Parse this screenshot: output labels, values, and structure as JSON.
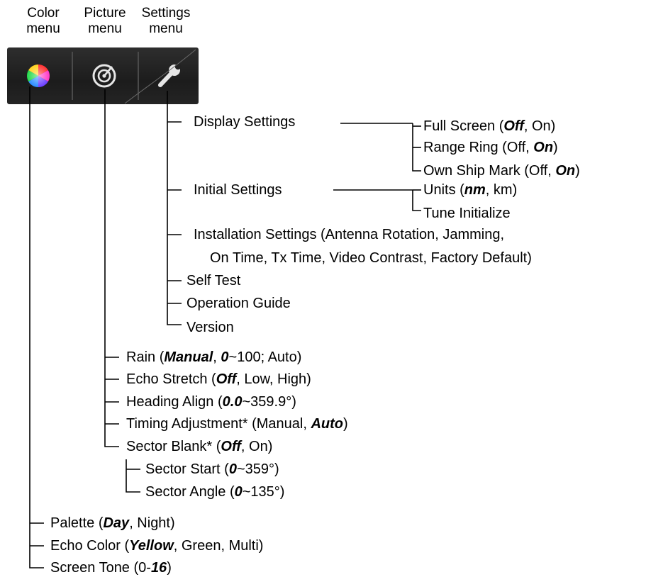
{
  "headers": {
    "color": [
      "Color",
      "menu"
    ],
    "picture": [
      "Picture",
      "menu"
    ],
    "settings": [
      "Settings",
      "menu"
    ]
  },
  "icons": {
    "color": "color-wheel-icon",
    "picture": "radar-icon",
    "settings": "wrench-icon"
  },
  "settings_menu": {
    "display_settings": "Display Settings",
    "full_screen": [
      "Full Screen (",
      "Off",
      ", On)"
    ],
    "range_ring": [
      "Range Ring (Off, ",
      "On",
      ")"
    ],
    "own_ship_mark": [
      "Own Ship Mark (Off, ",
      "On",
      ")"
    ],
    "initial_settings": "Initial Settings",
    "units": [
      "Units (",
      "nm",
      ", km)"
    ],
    "tune_initialize": "Tune Initialize",
    "installation_line1": "Installation Settings (Antenna Rotation, Jamming,",
    "installation_line2": "On Time, Tx Time, Video Contrast, Factory Default)",
    "self_test": "Self Test",
    "operation_guide": "Operation Guide",
    "version": "Version"
  },
  "picture_menu": {
    "rain": [
      "Rain (",
      "Manual",
      ", ",
      "0",
      "~100; Auto)"
    ],
    "echo_stretch": [
      "Echo Stretch (",
      "Off",
      ", Low, High)"
    ],
    "heading_align": [
      "Heading Align (",
      "0.0",
      "~359.9°)"
    ],
    "timing_adjustment": [
      "Timing Adjustment* (Manual, ",
      "Auto",
      ")"
    ],
    "sector_blank": [
      "Sector Blank* (",
      "Off",
      ", On)"
    ],
    "sector_start": [
      "Sector Start (",
      "0",
      "~359°)"
    ],
    "sector_angle": [
      "Sector Angle (",
      "0",
      "~135°)"
    ]
  },
  "color_menu": {
    "palette": [
      "Palette (",
      "Day",
      ", Night)"
    ],
    "echo_color": [
      "Echo Color (",
      "Yellow",
      ", Green, Multi)"
    ],
    "screen_tone": [
      "Screen Tone (0-",
      "16",
      ")"
    ]
  }
}
